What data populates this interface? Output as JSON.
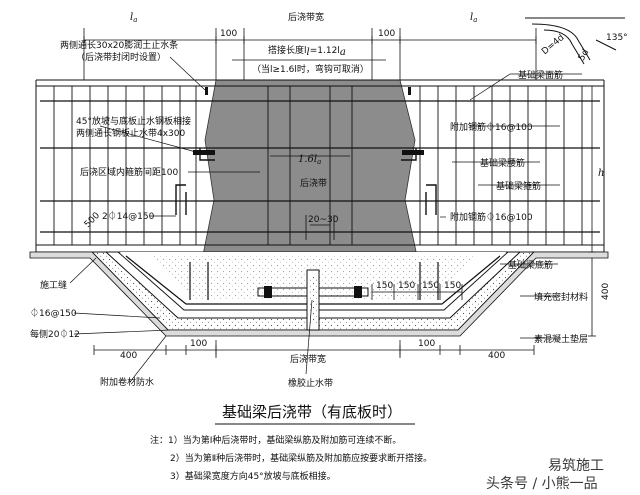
{
  "top_dims": {
    "la_left": "l",
    "la_left_sub": "a",
    "d100_a": "100",
    "band_width": "后浇带宽",
    "d100_b": "100",
    "la_right": "l",
    "la_right_sub": "a",
    "lap_length": "搭接长度l",
    "lap_sub": "l",
    "lap_formula": "=1.12l",
    "lap_sub2": "a",
    "lap_note": "（当l",
    "lap_note2": "≥1.6l",
    "lap_note3": "时，弯钩可取消）",
    "center_dim": "1.6l",
    "center_sub": "a",
    "dim_20_30": "20~30",
    "dim_500": "500"
  },
  "hook_detail": {
    "d_label": "D=4d",
    "fived_label": "5d",
    "angle_label": "135°"
  },
  "labels": {
    "strip_title": "两侧通长30x20膨润土止水条",
    "strip_sub": "（后浇带封闭时设置）",
    "steel_plate": "45°放坡与底板止水钢板相接",
    "steel_plate2": "两侧通长钢板止水带4x300",
    "stirrup_spacing": "后浇区域内箍筋间距100",
    "bar_left": "2⏀14@150",
    "construction_joint": "施工缝",
    "bar_16_150": "⏀16@150",
    "bar_20_12": "每侧20⏀12",
    "add_membrane": "附加卷材防水",
    "band_center": "后浇带",
    "band_width_bottom": "后浇带宽",
    "rubber_strip": "橡胶止水带",
    "beam_top": "基础梁面筋",
    "add_bar_1": "附加钢筋⏀16@100",
    "beam_waist": "基础梁腰筋",
    "beam_stirrup": "基础梁箍筋",
    "add_bar_2": "附加钢筋⏀16@100",
    "beam_bottom": "基础梁底筋",
    "fill_material": "填充密封材料",
    "cushion": "素混凝土垫层",
    "h_label": "h",
    "d400_right": "400",
    "d150_a": "150",
    "d150_b": "150",
    "d150_c": "150",
    "d150_d": "150",
    "b400_a": "400",
    "b100_a": "100",
    "b100_b": "100",
    "b400_b": "400"
  },
  "title": "基础梁后浇带（有底板时）",
  "notes": [
    "注：1）当为第Ⅰ种后浇带时，基础梁纵筋及附加筋可连续不断。",
    "2）当为第Ⅱ种后浇带时，基础梁纵筋及附加筋应按要求断开搭接。",
    "3）基础梁宽度方向45°放坡与底板相接。"
  ],
  "watermark": "头条号 / 小熊一品",
  "watermark2": "易筑施工",
  "colors": {
    "ink": "#111111",
    "fill_gray": "#8c8c8c",
    "pattern": "#7a7a7a"
  }
}
